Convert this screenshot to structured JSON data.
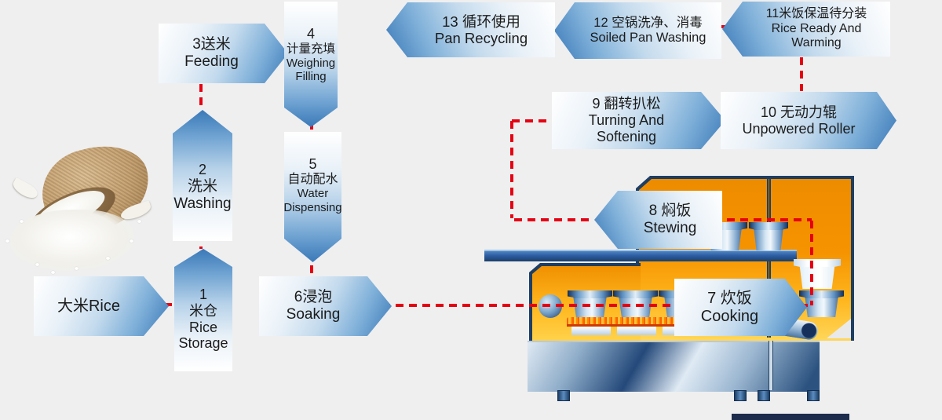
{
  "title": "Rice production line process flow diagram",
  "colors": {
    "background": "#efeff0",
    "arrow_blue": "#3a79b8",
    "arrow_light": "#ffffff",
    "connector_red": "#e60012",
    "machine_orange": "#f29100",
    "machine_frame_navy": "#1e3e63"
  },
  "rice_source": {
    "lines": [
      "大米Rice"
    ]
  },
  "steps": {
    "s1": {
      "number": "1",
      "label_zh": "米仓",
      "label_en": "Rice Storage",
      "lines": [
        "1",
        "米仓",
        "Rice",
        "Storage"
      ]
    },
    "s2": {
      "number": "2",
      "label_zh": "洗米",
      "label_en": "Washing",
      "lines": [
        "2",
        "洗米",
        "Washing"
      ]
    },
    "s3": {
      "number": "3",
      "label_zh": "送米",
      "label_en": "Feeding",
      "lines": [
        "3送米",
        "Feeding"
      ]
    },
    "s4": {
      "number": "4",
      "label_zh": "计量充填",
      "label_en": "Weighing Filling",
      "lines": [
        "4",
        "计量充填",
        "Weighing",
        "Filling"
      ]
    },
    "s5": {
      "number": "5",
      "label_zh": "自动配水",
      "label_en": "Water Dispensing",
      "lines": [
        "5",
        "自动配水",
        "Water",
        "Dispensing"
      ]
    },
    "s6": {
      "number": "6",
      "label_zh": "浸泡",
      "label_en": "Soaking",
      "lines": [
        "6浸泡",
        "Soaking"
      ]
    },
    "s7": {
      "number": "7",
      "label_zh": "炊饭",
      "label_en": "Cooking",
      "lines": [
        "7 炊饭",
        "Cooking"
      ]
    },
    "s8": {
      "number": "8",
      "label_zh": "焖饭",
      "label_en": "Stewing",
      "lines": [
        "8 焖饭",
        "Stewing"
      ]
    },
    "s9": {
      "number": "9",
      "label_zh": "翻转扒松",
      "label_en": "Turning And Softening",
      "lines": [
        "9 翻转扒松",
        "Turning And",
        "Softening"
      ]
    },
    "s10": {
      "number": "10",
      "label_zh": "无动力辊",
      "label_en": "Unpowered Roller",
      "lines": [
        "10 无动力辊",
        "Unpowered Roller"
      ]
    },
    "s11": {
      "number": "11",
      "label_zh": "米饭保温待分装",
      "label_en": "Rice Ready And Warming",
      "lines": [
        "11米饭保温待分装",
        "Rice Ready And",
        "Warming"
      ]
    },
    "s12": {
      "number": "12",
      "label_zh": "空锅洗净、消毒",
      "label_en": "Soiled Pan Washing",
      "lines": [
        "12 空锅洗净、消毒",
        "Soiled Pan Washing"
      ]
    },
    "s13": {
      "number": "13",
      "label_zh": "循环使用",
      "label_en": "Pan Recycling",
      "lines": [
        "13 循环使用",
        "Pan Recycling"
      ]
    }
  },
  "illustrations": {
    "rice_bag": "burlap-sack-with-spilled-rice",
    "machine": "rice-cooking-line-machine"
  }
}
